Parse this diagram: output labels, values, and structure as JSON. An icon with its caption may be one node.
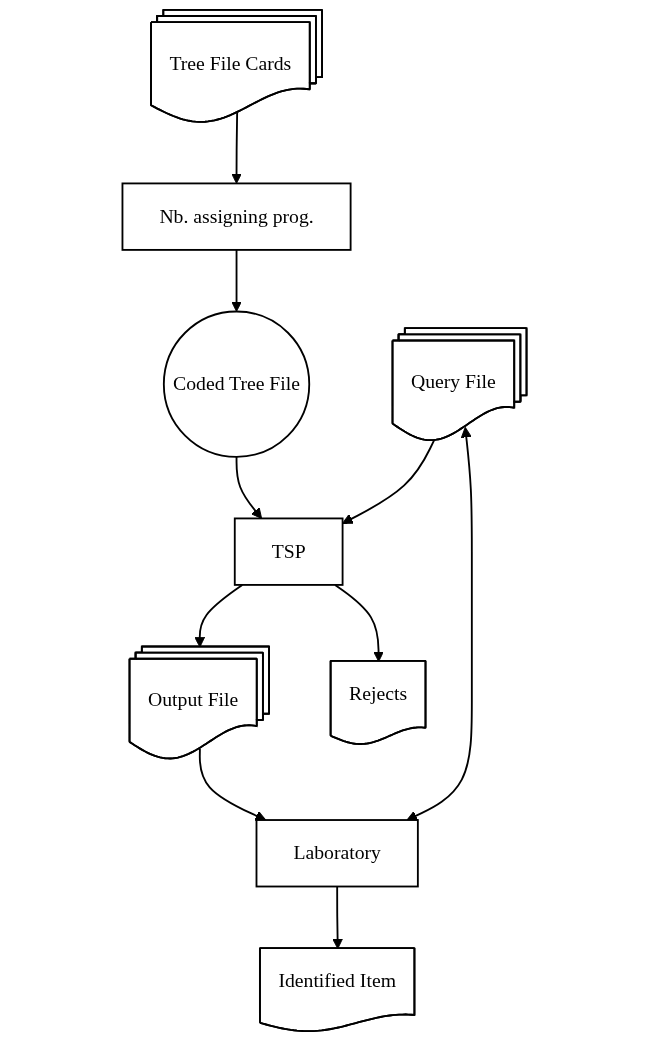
{
  "diagram": {
    "nodes": [
      {
        "text": [
          "Tree File Cards"
        ]
      },
      {
        "text": [
          "Nb. assigning prog."
        ]
      },
      {
        "text": [
          "Coded Tree File"
        ]
      },
      {
        "text": [
          "Query File"
        ]
      },
      {
        "text": [
          "TSP"
        ]
      },
      {
        "text": [
          "Output File"
        ]
      },
      {
        "text": [
          "Rejects"
        ]
      },
      {
        "text": [
          "Laboratory"
        ]
      },
      {
        "text": [
          "Identified Item"
        ]
      }
    ],
    "edges": [
      {
        "from": 0,
        "to": 1,
        "arrow": "to"
      },
      {
        "from": 1,
        "to": 2,
        "arrow": "to"
      },
      {
        "from": 3,
        "to": 4,
        "arrow": "to"
      },
      {
        "from": 2,
        "to": 4,
        "arrow": "to"
      },
      {
        "from": 4,
        "to": 5,
        "arrow": "to"
      },
      {
        "from": 4,
        "to": 6,
        "arrow": "to"
      },
      {
        "from": 5,
        "to": 7,
        "arrow": "to"
      },
      {
        "from": 7,
        "to": 8,
        "arrow": "to"
      },
      {
        "from": 3,
        "to": 7,
        "arrow": "both"
      }
    ]
  }
}
